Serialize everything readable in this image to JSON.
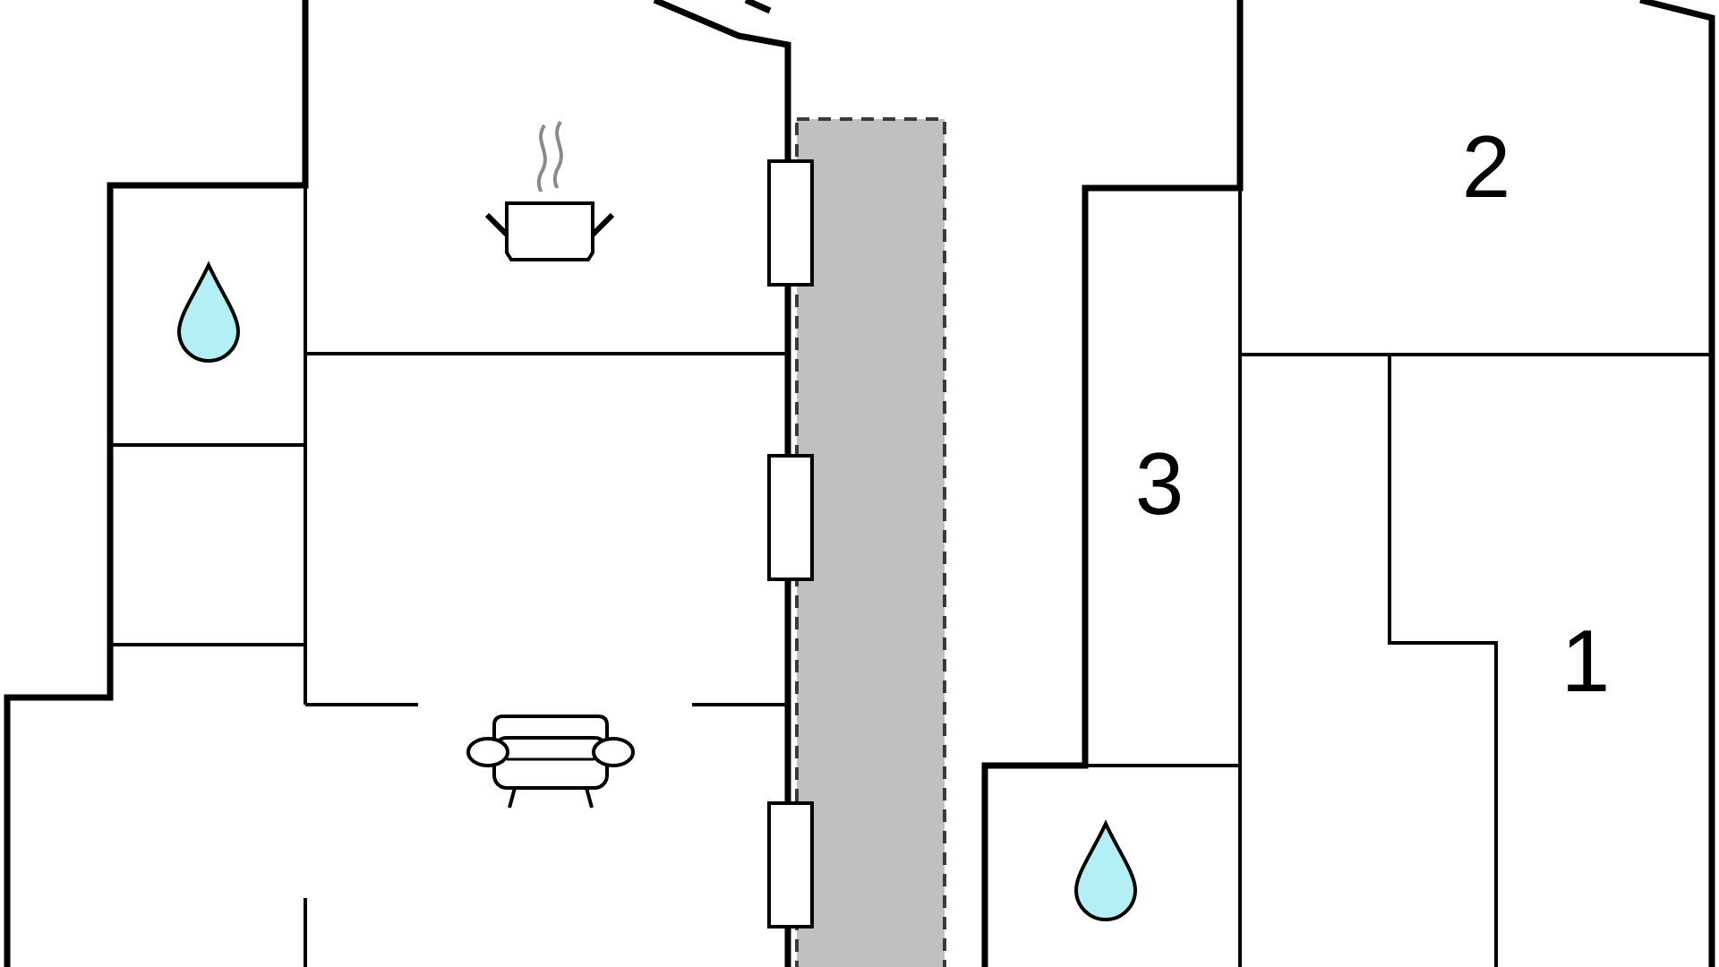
{
  "floor_plan": {
    "room_labels": [
      {
        "id": "room-1",
        "text": "1"
      },
      {
        "id": "room-2",
        "text": "2"
      },
      {
        "id": "room-3",
        "text": "3"
      }
    ],
    "icons": {
      "kitchen": "cooking-pot-icon",
      "living_room": "sofa-icon",
      "bathroom": "water-drop-icon"
    },
    "colors": {
      "walls": "#000000",
      "terrace": "#c0c0c0",
      "water_drop": "#b3f0f5",
      "steam": "#8a8a8a",
      "background": "#ffffff"
    }
  }
}
